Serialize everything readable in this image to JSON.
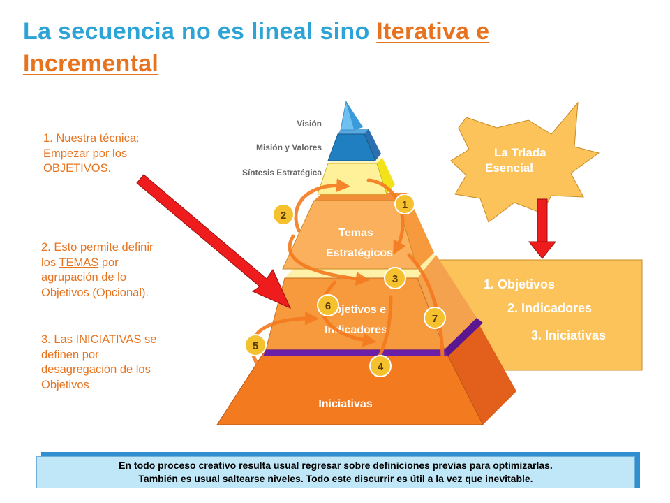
{
  "title": {
    "prefix": "La secuencia no es lineal sino ",
    "highlight_line1": "Iterativa e",
    "highlight_line2": "Incremental"
  },
  "pyramid": {
    "levels": {
      "vision": "Visión",
      "mision": "Misión y Valores",
      "sintesis": "Síntesis Estratégica",
      "temas_line1": "Temas",
      "temas_line2": "Estratégicos",
      "objetivos_line1": "Objetivos e",
      "objetivos_line2": "Indicadores",
      "iniciativas": "Iniciativas"
    },
    "steps": [
      "1",
      "2",
      "3",
      "4",
      "5",
      "6",
      "7"
    ]
  },
  "triada": {
    "line1": "La Triada",
    "line2": "Esencial",
    "items": [
      "1. Objetivos",
      "2. Indicadores",
      "3. Iniciativas"
    ]
  },
  "notes": {
    "n1": {
      "num": "1. ",
      "tecnica": "Nuestra técnica",
      "colon": ":",
      "line2": "Empezar por los",
      "objetivos": "OBJETIVOS",
      "dot": "."
    },
    "n2": {
      "line1": "2. Esto permite definir",
      "los": "los ",
      "temas": "TEMAS",
      "por": " por",
      "agrupacion": "agrupación",
      "dela": " de lo",
      "line4": "Objetivos (Opcional)."
    },
    "n3": {
      "las": "3. Las ",
      "iniciativas": "INICIATIVAS",
      "se": " se",
      "line2": "definen por",
      "desagregacion": "desagregación",
      "delos": " de los",
      "line4": "Objetivos"
    }
  },
  "footer": {
    "line1": "En todo proceso creativo resulta usual regresar sobre definiciones previas para optimizarlas.",
    "line2": "También es usual saltearse niveles. Todo este discurrir es útil a la vez que inevitable."
  },
  "colors": {
    "title_blue": "#2EA4D6",
    "orange_text": "#E8731E",
    "base_orange": "#F47A20",
    "mid_orange": "#F79A3E",
    "temas_orange": "#FAB05C",
    "panel_yellow": "#FBC35A",
    "circle_yellow": "#F5C12E",
    "pale_yellow": "#FFF2A8",
    "blue_top": "#1F7FC0",
    "red_arrow": "#EE1C1C",
    "footer_bg": "#BFE7F8"
  }
}
